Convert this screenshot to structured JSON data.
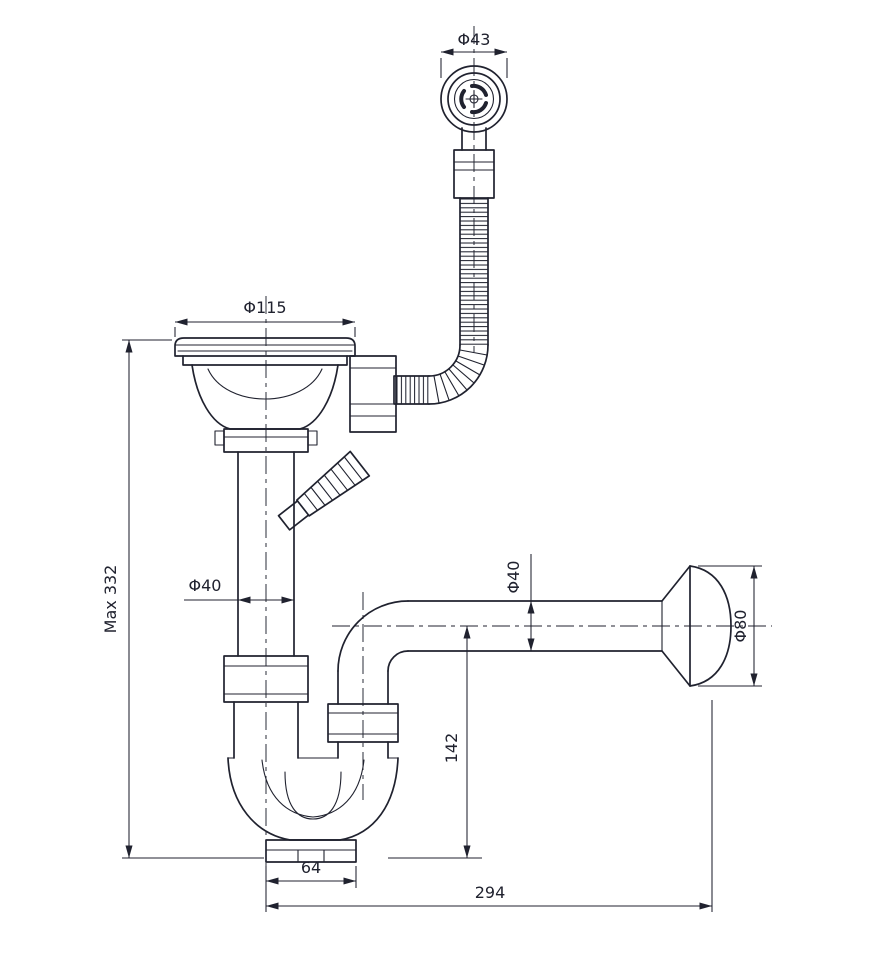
{
  "drawing": {
    "ink_color": "#20222f",
    "background_color": "#ffffff",
    "dimensions": {
      "overflow_diameter": "Φ43",
      "strainer_diameter": "Φ115",
      "drain_pipe_diameter": "Φ40",
      "outlet_pipe_diameter": "Φ40",
      "wall_flange_diameter": "Φ80",
      "max_height": "Max 332",
      "trap_depth": "142",
      "trap_base_width": "64",
      "horizontal_reach": "294"
    }
  }
}
